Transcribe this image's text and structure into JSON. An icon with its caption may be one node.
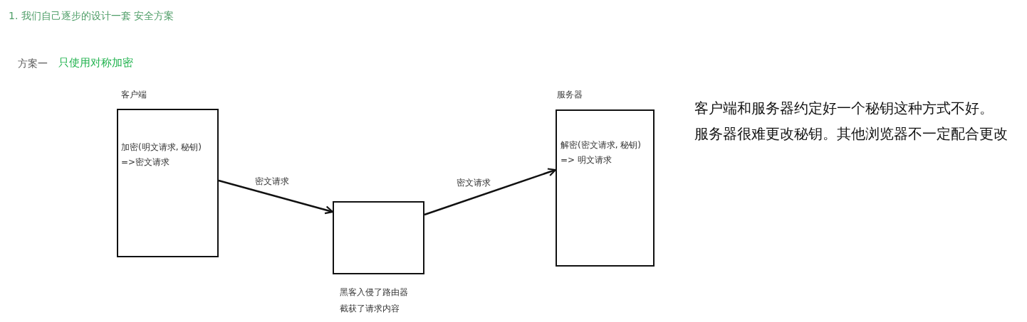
{
  "diagram": {
    "title": "1. 我们自己逐步的设计一套 安全方案",
    "nodes": [
      {
        "text": [
          "客户端",
          "加密(明文请求, 秘钥) =>密文请求"
        ]
      },
      {
        "text": [],
        "shape": "box",
        "beside": [
          "黑客入侵了路由器截获了请求内容"
        ]
      },
      {
        "text": [
          "服务器",
          "解密(密文请求, 秘钥) => 明文请求"
        ]
      }
    ],
    "edges": [
      {
        "from": 0,
        "to": 1,
        "arrow": "to",
        "label": "密文请求"
      },
      {
        "from": 1,
        "to": 2,
        "arrow": "to",
        "label": "密文请求"
      }
    ],
    "labels": [
      "方案一",
      "只使用对称加密",
      "客户端和服务器约定好一个秘钥这种方式不好。",
      "服务器很难更改秘钥。其他浏览器不一定配合更改"
    ]
  }
}
